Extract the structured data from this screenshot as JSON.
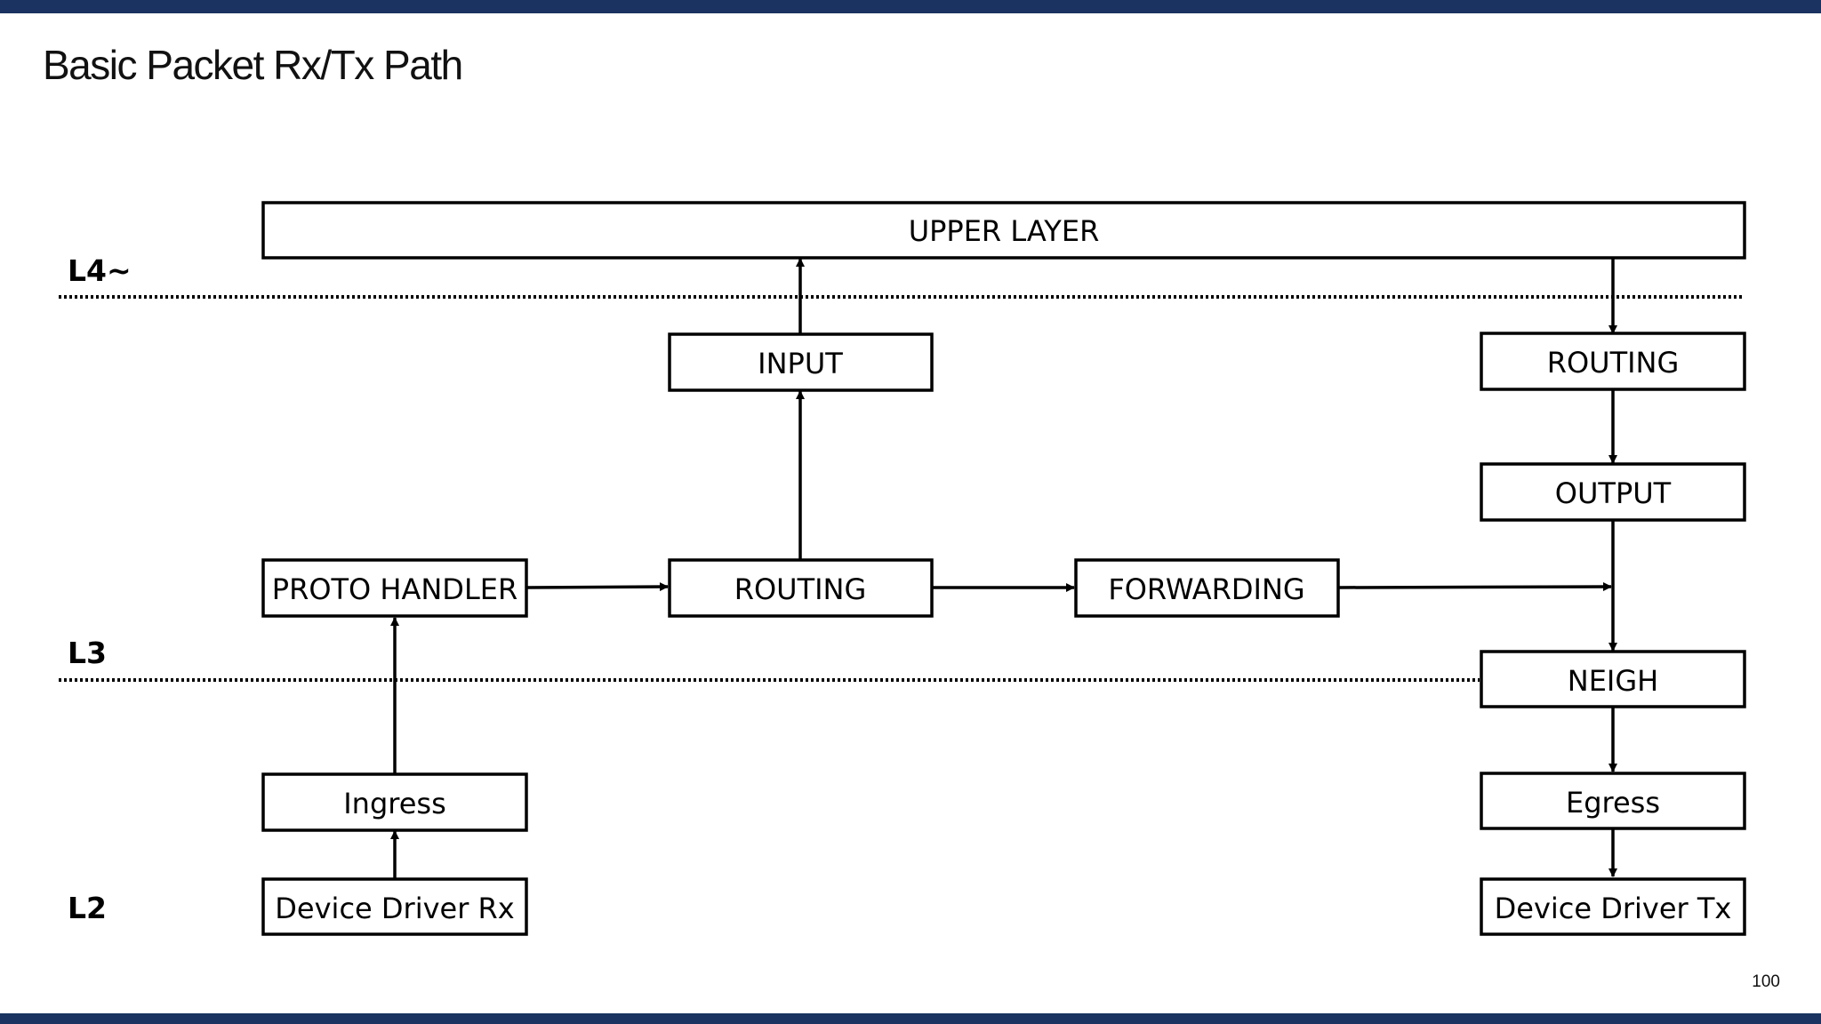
{
  "slide": {
    "title": "Basic Packet Rx/Tx Path",
    "page_number": "100",
    "bar_color": "#1a3360"
  },
  "layers": {
    "l4": "L4~",
    "l3": "L3",
    "l2": "L2"
  },
  "boxes": {
    "upper_layer": "UPPER LAYER",
    "input": "INPUT",
    "routing_tx": "ROUTING",
    "output": "OUTPUT",
    "proto_handler": "PROTO HANDLER",
    "routing_rx": "ROUTING",
    "forwarding": "FORWARDING",
    "neigh": "NEIGH",
    "ingress": "Ingress",
    "egress": "Egress",
    "device_driver_rx": "Device Driver Rx",
    "device_driver_tx": "Device Driver Tx"
  }
}
